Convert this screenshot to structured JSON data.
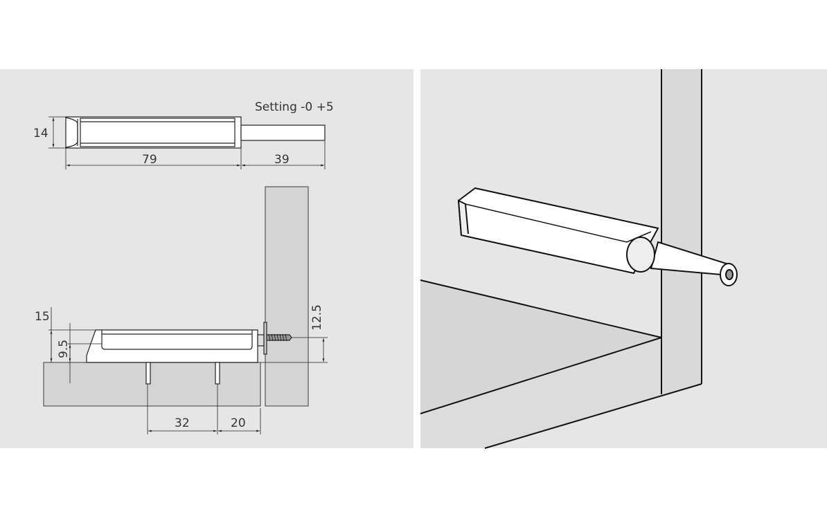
{
  "left_panel": {
    "setting_label": "Setting -0  +5",
    "top_view": {
      "height_dim": "14",
      "body_length_dim": "79",
      "stroke_length_dim": "39"
    },
    "side_view": {
      "total_height_dim": "15",
      "offset_dim": "9.5",
      "screw_height_dim": "12.5",
      "pin_spacing_dim": "32",
      "edge_distance_dim": "20"
    }
  },
  "colors": {
    "panel_bg": "#e6e6e6",
    "board": "#d4d4d4",
    "line": "#222222"
  }
}
